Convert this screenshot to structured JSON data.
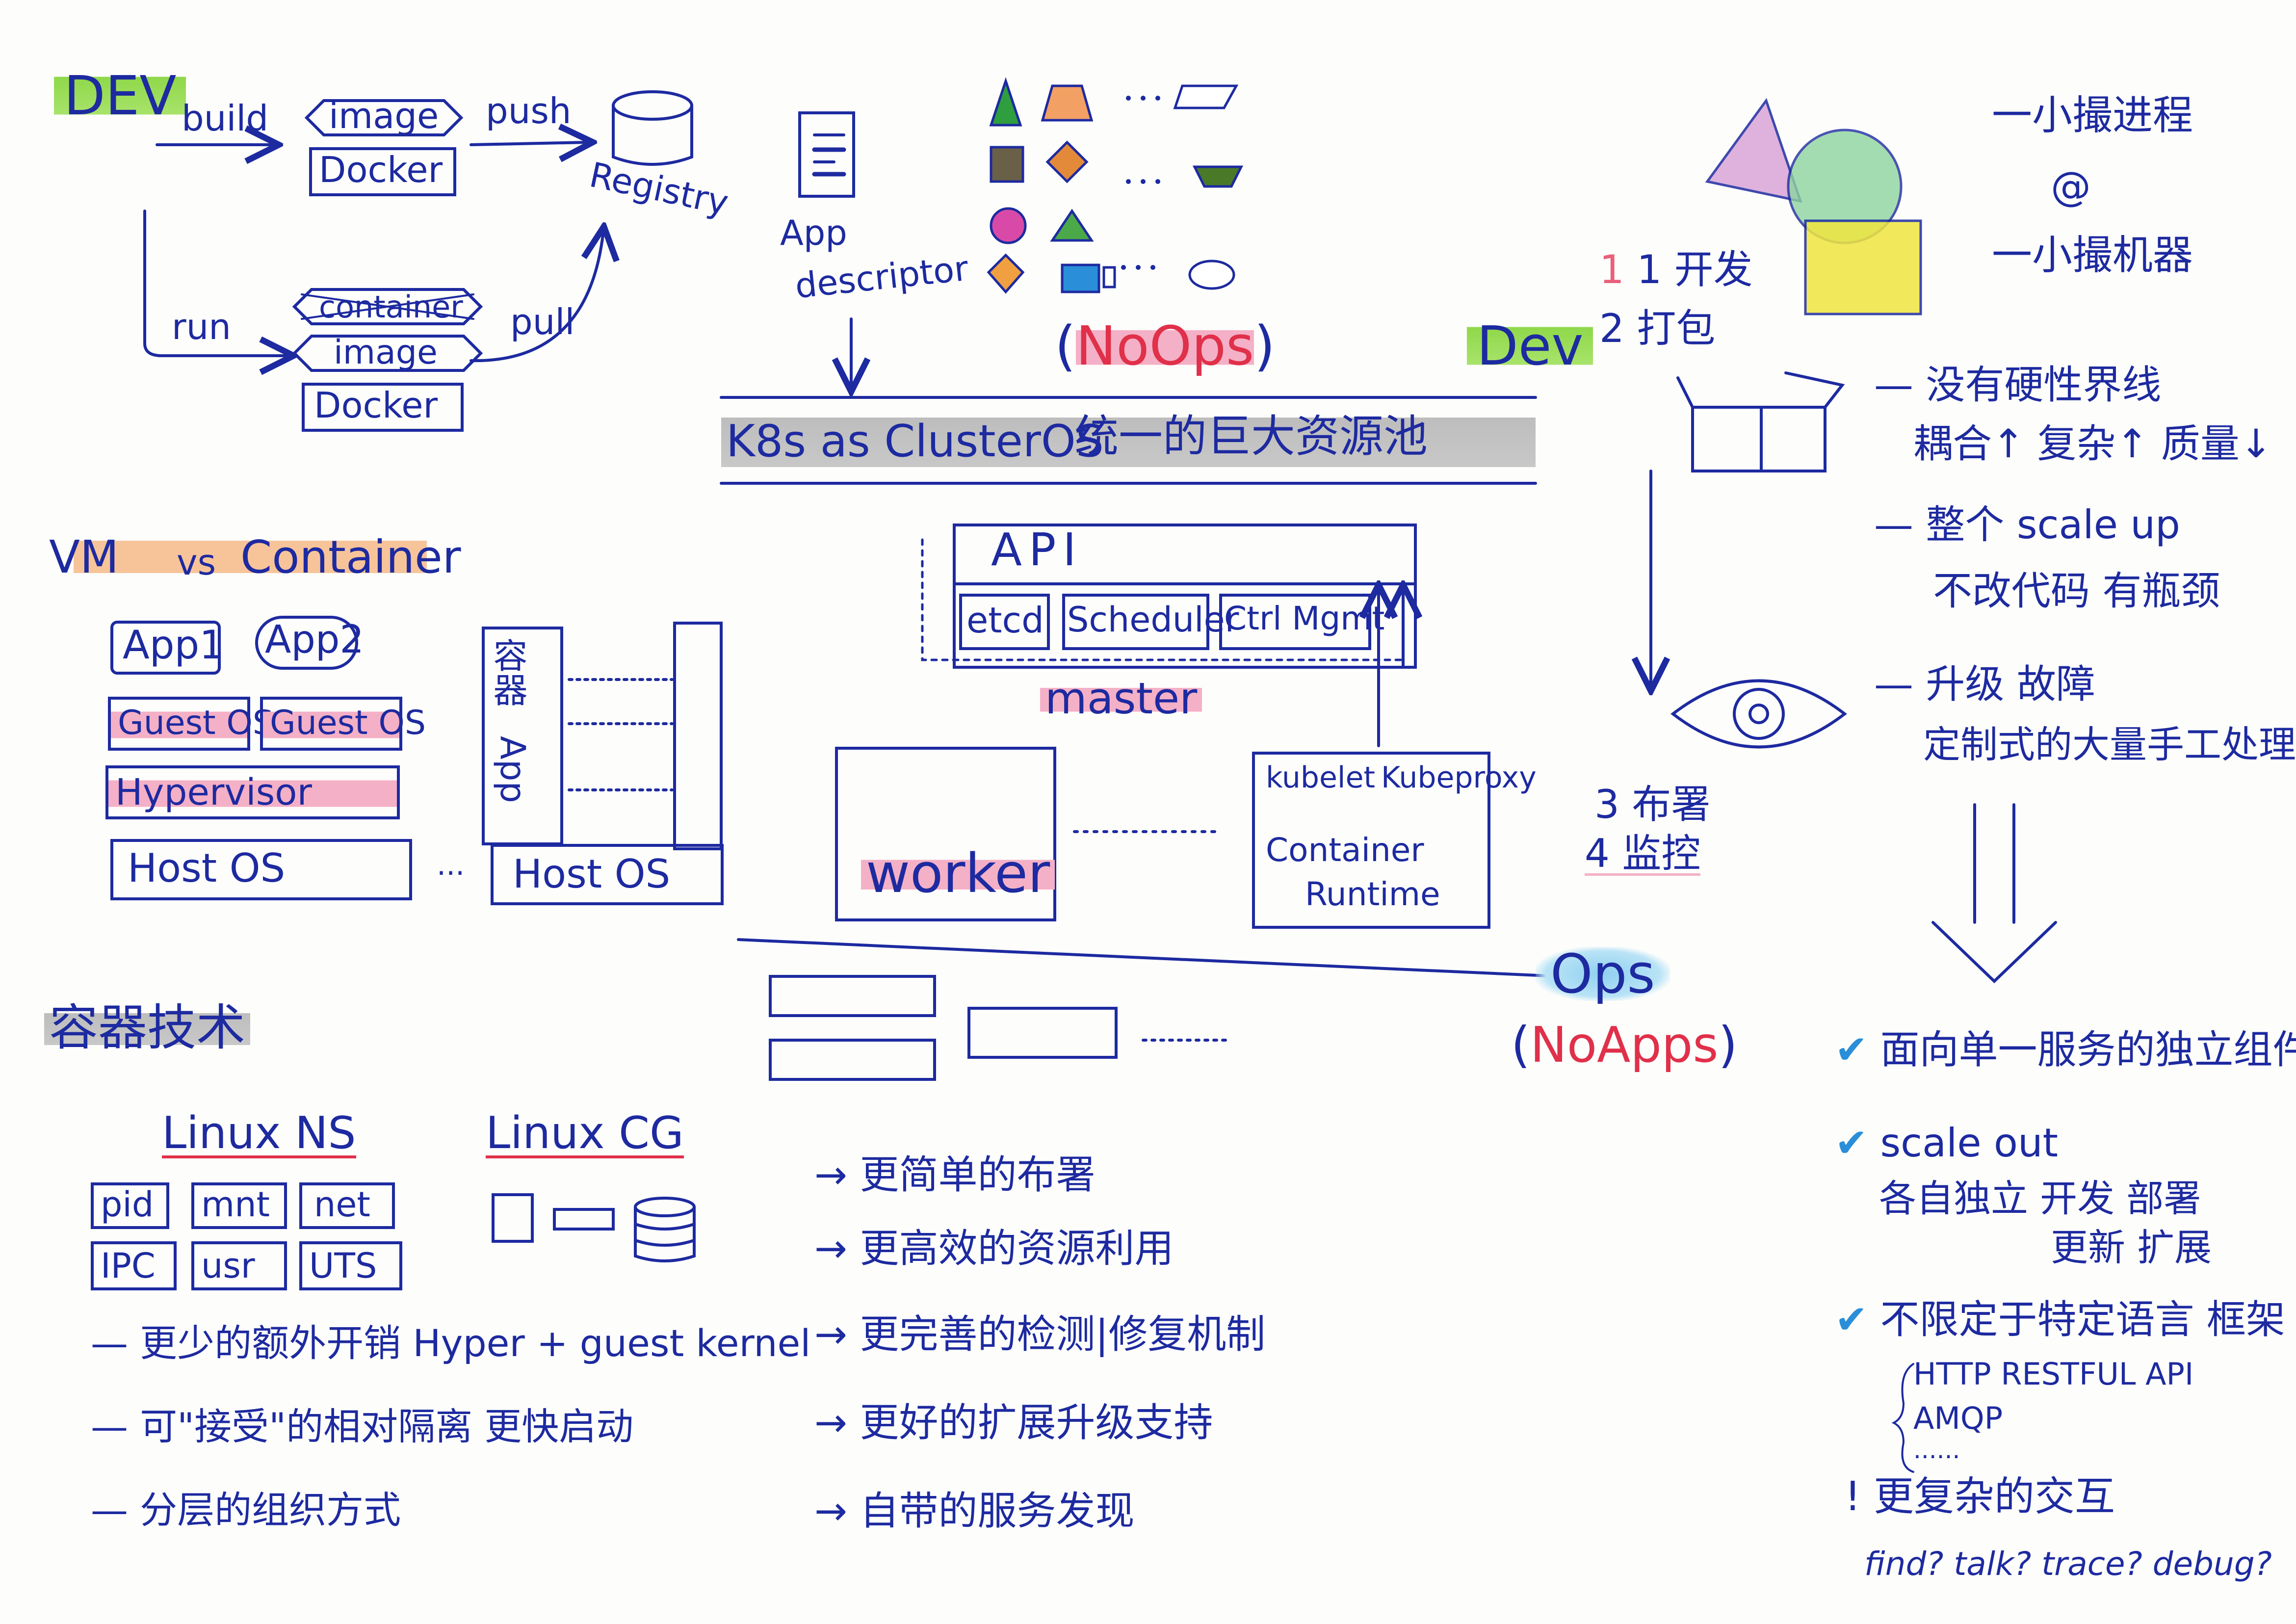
{
  "devflow": {
    "dev": "DEV",
    "build": "build",
    "image": "image",
    "docker": "Docker",
    "push": "push",
    "registry": "Registry",
    "run": "run",
    "container": "container",
    "image2": "image",
    "docker2": "Docker",
    "pull": "pull"
  },
  "k8s": {
    "app_descriptor_1": "App",
    "app_descriptor_2": "descriptor",
    "noops": "NoOps",
    "cluster_os": "K8s as ClusterOS",
    "pool": "统一的巨大资源池",
    "api": "API",
    "etcd": "etcd",
    "scheduler": "Scheduler",
    "ctrl_mgmt": "Ctrl Mgmt",
    "master": "master",
    "worker": "worker",
    "kubelet": "kubelet",
    "kubeproxy": "Kubeproxy",
    "container": "Container",
    "runtime": "Runtime"
  },
  "vm": {
    "title_vm": "VM",
    "title_vs": "vs",
    "title_container": "Container",
    "app1": "App1",
    "app2": "App2",
    "guest1": "Guest OS",
    "guest2": "Guest OS",
    "hypervisor": "Hypervisor",
    "host1": "Host OS",
    "host2": "Host OS",
    "rong_qi": "容器",
    "app_vert": "App",
    "ellipsis": "···"
  },
  "tech": {
    "title": "容器技术",
    "linux_ns": "Linux NS",
    "linux_cg": "Linux CG",
    "ns": [
      "pid",
      "mnt",
      "net",
      "IPC",
      "usr",
      "UTS"
    ],
    "points": [
      "— 更少的额外开销   Hyper + guest kernel",
      "— 可\"接受\"的相对隔离   更快启动",
      "— 分层的组织方式"
    ]
  },
  "benefits": [
    "→ 更简单的布署",
    "→ 更高效的资源利用",
    "→ 更完善的检测|修复机制",
    "→ 更好的扩展升级支持",
    "→ 自带的服务发现"
  ],
  "devops": {
    "s1": "1 开发",
    "s2": "2 打包",
    "dev": "Dev",
    "s3": "3 布署",
    "s4": "4 监控",
    "ops": "Ops",
    "noapps": "NoApps"
  },
  "right": {
    "line1": "一小撮进程",
    "at": "@",
    "line2": "一小撮机器",
    "p1a": "— 没有硬性界线",
    "p1b": "耦合↑ 复杂↑ 质量↓",
    "p2a": "— 整个 scale up",
    "p2b": "不改代码 有瓶颈",
    "p3a": "— 升级 故障",
    "p3b": "定制式的大量手工处理",
    "c1": "面向单一服务的独立组件",
    "c2a": "scale out",
    "c2b": "各自独立  开发  部署",
    "c2c": "更新  扩展",
    "c3": "不限定于特定语言 框架",
    "c3a": "HTTP RESTFUL API",
    "c3b": "AMQP",
    "c3c": "......",
    "warn": "! 更复杂的交互",
    "q": "find?  talk?  trace?  debug?"
  },
  "colors": {
    "ink": "#1d2aa0",
    "green": "#8fd84a",
    "pink": "#f4b0c6",
    "orange": "#f7c49a",
    "red": "#e0304a"
  }
}
